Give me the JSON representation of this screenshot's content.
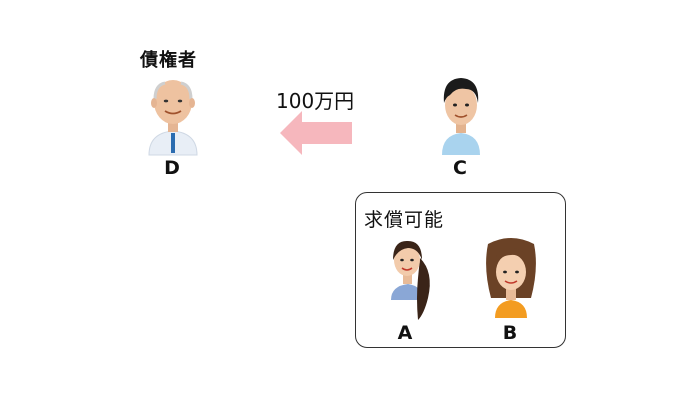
{
  "creditor": {
    "title": "債権者",
    "label": "D"
  },
  "transfer": {
    "amount": "100万円",
    "arrow_color": "#f6b7bd"
  },
  "debtor": {
    "label": "C"
  },
  "group": {
    "title": "求償可能",
    "members": [
      {
        "label": "A"
      },
      {
        "label": "B"
      }
    ]
  }
}
